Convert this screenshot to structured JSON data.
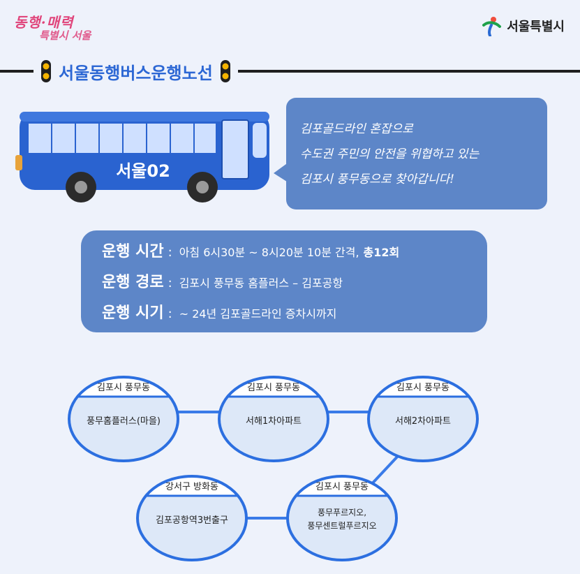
{
  "brand": {
    "left_line1": "동행·매력",
    "left_line2": "특별시 서울",
    "right_text": "서울특별시"
  },
  "title": "서울동행버스운행노선",
  "bus": {
    "label": "서울02"
  },
  "bubble": {
    "line1": "김포골드라인 혼잡으로",
    "line2": "수도권 주민의 안전을 위협하고 있는",
    "line3": "김포시 풍무동으로 찾아갑니다!"
  },
  "info": {
    "time_label": "운행 시간",
    "time_value": "아침 6시30분 ~ 8시20분 10분 간격,",
    "time_total": "총12회",
    "route_label": "운행 경로",
    "route_value": "김포시 풍무동 홈플러스 – 김포공항",
    "period_label": "운행 시기",
    "period_value": "~ 24년 김포골드라인 증차시까지"
  },
  "stops": [
    {
      "area": "김포시 풍무동",
      "name": "풍무홈플러스(마을)"
    },
    {
      "area": "김포시 풍무동",
      "name": "서해1차아파트"
    },
    {
      "area": "김포시 풍무동",
      "name": "서해2차아파트"
    },
    {
      "area": "김포시 풍무동",
      "name_line1": "풍무푸르지오,",
      "name_line2": "풍무센트럴푸르지오"
    },
    {
      "area": "강서구 방화동",
      "name": "김포공항역3번출구"
    }
  ],
  "colors": {
    "accent_blue": "#2c67d4",
    "bus_blue": "#2a63d0",
    "bubble_blue": "#5d86c8",
    "stop_fill": "#dde8f8",
    "stop_border": "#2c6fe0",
    "logo_pink": "#e0457b"
  }
}
